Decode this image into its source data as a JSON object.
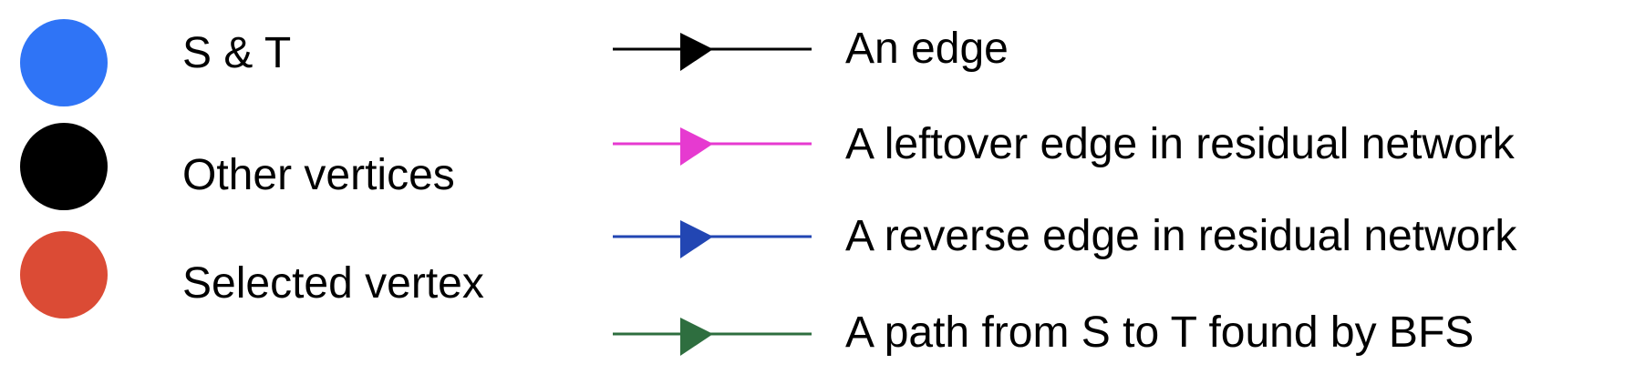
{
  "vertex_legend": [
    {
      "label": "S & T",
      "color": "#2f74f6"
    },
    {
      "label": "Other vertices",
      "color": "#000000"
    },
    {
      "label": "Selected vertex",
      "color": "#db4b35"
    }
  ],
  "edge_legend": [
    {
      "label": "An edge",
      "color": "#000000"
    },
    {
      "label": "A leftover edge in residual network",
      "color": "#e63ad0"
    },
    {
      "label": "A reverse edge in residual network",
      "color": "#2246b3"
    },
    {
      "label": "A path from S to T found by BFS",
      "color": "#2e6e3f"
    }
  ]
}
